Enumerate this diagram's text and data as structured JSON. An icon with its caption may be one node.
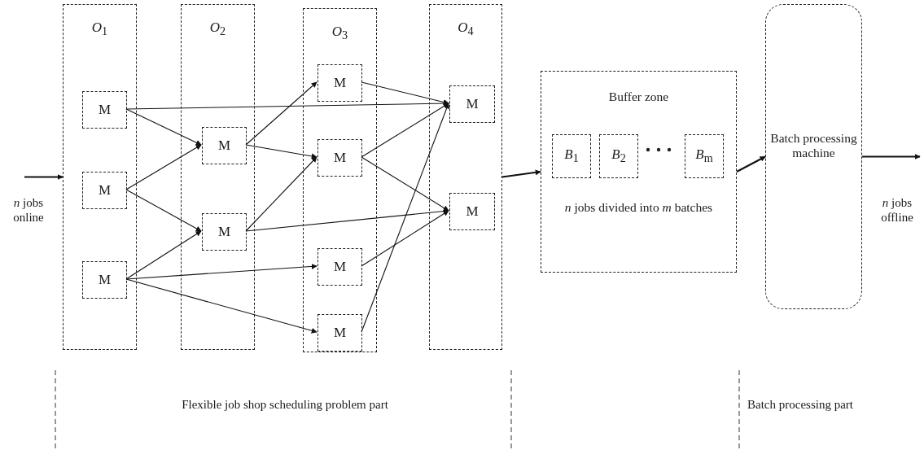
{
  "diagram": {
    "nodes": [
      {
        "text": [
          "*O*$_{1}$"
        ]
      },
      {
        "text": [
          "M"
        ],
        "in": 0
      },
      {
        "text": [
          "M"
        ],
        "in": 0
      },
      {
        "text": [
          "M"
        ],
        "in": 0
      },
      {
        "text": [
          "*O*$_{2}$"
        ]
      },
      {
        "text": [
          "M"
        ],
        "in": 4
      },
      {
        "text": [
          "M"
        ],
        "in": 4
      },
      {
        "text": [
          "*O*$_{3}$"
        ]
      },
      {
        "text": [
          "M"
        ],
        "in": 7
      },
      {
        "text": [
          "M"
        ],
        "in": 7
      },
      {
        "text": [
          "M"
        ],
        "in": 7
      },
      {
        "text": [
          "M"
        ],
        "in": 7
      },
      {
        "text": [
          "*O*$_{4}$"
        ]
      },
      {
        "text": [
          "M"
        ],
        "in": 12
      },
      {
        "text": [
          "M"
        ],
        "in": 12
      },
      {
        "text": [
          "Buffer zone",
          "*n* jobs divided into *m* batches"
        ]
      },
      {
        "text": [
          "*B*$_{1}$"
        ],
        "in": 15
      },
      {
        "text": [
          "*B*$_{2}$"
        ],
        "in": 15
      },
      {
        "text": [
          "*B*$_{m}$"
        ],
        "in": 15
      },
      {
        "text": [
          "Batch processing machine"
        ]
      }
    ],
    "edges": [
      {
        "from": null,
        "to": 0,
        "arrow": "to"
      },
      {
        "from": 1,
        "to": 13,
        "arrow": "to"
      },
      {
        "from": 1,
        "to": 5,
        "arrow": "to"
      },
      {
        "from": 2,
        "to": 5,
        "arrow": "to"
      },
      {
        "from": 2,
        "to": 6,
        "arrow": "to"
      },
      {
        "from": 3,
        "to": 6,
        "arrow": "to"
      },
      {
        "from": 3,
        "to": 10,
        "arrow": "to"
      },
      {
        "from": 3,
        "to": 11,
        "arrow": "to"
      },
      {
        "from": 5,
        "to": 8,
        "arrow": "to"
      },
      {
        "from": 5,
        "to": 9,
        "arrow": "to"
      },
      {
        "from": 6,
        "to": 9,
        "arrow": "to"
      },
      {
        "from": 6,
        "to": 14,
        "arrow": "to"
      },
      {
        "from": 8,
        "to": 13,
        "arrow": "to"
      },
      {
        "from": 9,
        "to": 13,
        "arrow": "to"
      },
      {
        "from": 9,
        "to": 14,
        "arrow": "to"
      },
      {
        "from": 10,
        "to": 14,
        "arrow": "to"
      },
      {
        "from": 11,
        "to": 13,
        "arrow": "to"
      },
      {
        "from": 12,
        "to": 15,
        "arrow": "to"
      },
      {
        "from": 15,
        "to": 19,
        "arrow": "to"
      },
      {
        "from": 19,
        "to": null,
        "arrow": "to"
      }
    ],
    "labels": [
      "*n* jobs online",
      "*n* jobs offline",
      "Flexible job shop scheduling problem part",
      "Batch processing part"
    ]
  }
}
